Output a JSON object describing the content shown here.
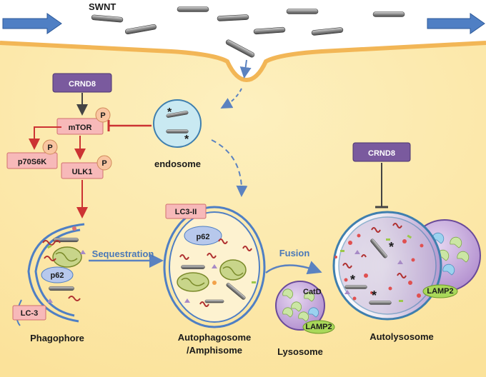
{
  "swnt_label": "SWNT",
  "regulators": {
    "top": "CRND8",
    "autolysosome": "CRND8"
  },
  "kinases": {
    "mtor": "mTOR",
    "p70s6k": "p70S6K",
    "ulk1": "ULK1"
  },
  "phospho_label": "P",
  "endosome": {
    "label": "endosome",
    "star": "*"
  },
  "markers": {
    "lc3": "LC-3",
    "lc3_ii": "LC3-II",
    "p62": "p62",
    "lamp2": "LAMP2",
    "catd": "CatD"
  },
  "arrows": {
    "sequestration": "Sequestration",
    "fusion": "Fusion"
  },
  "stages": {
    "phagophore": "Phagophore",
    "autophagosome_1": "Autophagosome",
    "autophagosome_2": "/Amphisome",
    "lysosome": "Lysosome",
    "autolysosome": "Autolysosome"
  },
  "colors": {
    "cytoplasm": "#fce8a6",
    "membrane": "#f5c56a",
    "crnd8": "#7a5a9e",
    "pink_box": "#f7b9b9",
    "red_arrow": "#cc3333",
    "blue_arrow": "#5b82c0",
    "endosome_fill": "#c9e9f2",
    "p62": "#b7c8ec",
    "lamp2": "#a9d85a",
    "lysosome": "#c9a8dc"
  }
}
